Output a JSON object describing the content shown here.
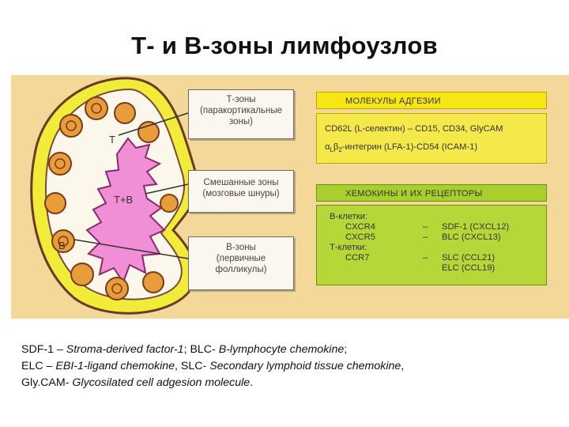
{
  "title": "Т- и В-зоны лимфоузлов",
  "colors": {
    "panel": "#f3d89a",
    "capsule": "#f1ec38",
    "node_body": "#fbf7ea",
    "medulla": "#f08ed6",
    "follicle": "#e89c3a",
    "yellow_header": "#f6e712",
    "green_header": "#a8cf2e"
  },
  "diagram": {
    "zone_t": "T",
    "zone_tb": "T+B",
    "zone_b": "B"
  },
  "callouts": {
    "t_zone": [
      "Т-зоны",
      "(паракортикальные",
      "зоны)"
    ],
    "mixed_zone": [
      "Смешанные зоны",
      "(мозговые шнуры)"
    ],
    "b_zone": [
      "В-зоны",
      "(первичные",
      "фолликулы)"
    ]
  },
  "adhesion": {
    "header": "МОЛЕКУЛЫ АДГЕЗИИ",
    "line1": "CD62L (L-селектин) – CD15, CD34, GlyCAM",
    "line2_alpha": "α",
    "line2_sub1": "L",
    "line2_beta": "β",
    "line2_sub2": "2",
    "line2_rest": "-интегрин (LFA-1)-CD54 (ICAM-1)"
  },
  "chemokines": {
    "header": "ХЕМОКИНЫ И ИХ РЕЦЕПТОРЫ",
    "b_cells_label": "В-клетки:",
    "t_cells_label": "Т-клетки:",
    "rows": [
      {
        "receptor": "CXCR4",
        "dash": "–",
        "ligand": "SDF-1 (CXCL12)"
      },
      {
        "receptor": "CXCR5",
        "dash": "–",
        "ligand": "BLC (CXCL13)"
      },
      {
        "receptor": "CCR7",
        "dash": "–",
        "ligand": "SLC (CCL21)"
      },
      {
        "receptor": "",
        "dash": "",
        "ligand": "ELC (CCL19)"
      }
    ]
  },
  "footnote": {
    "l1_a": "SDF-1 –",
    "l1_b": "Stroma-derived factor-1",
    "l1_c": "; BLC-",
    "l1_d": "B-lymphocyte chemokine",
    "l1_e": ";",
    "l2_a": "ELC –",
    "l2_b": "EBI-1-ligand chemokine",
    "l2_c": ", SLC-",
    "l2_d": "Secondary lymphoid tissue chemokine",
    "l2_e": ",",
    "l3_a": "Gly.CAM-",
    "l3_b": "Glycosilated cell adgesion molecule",
    "l3_c": "."
  }
}
